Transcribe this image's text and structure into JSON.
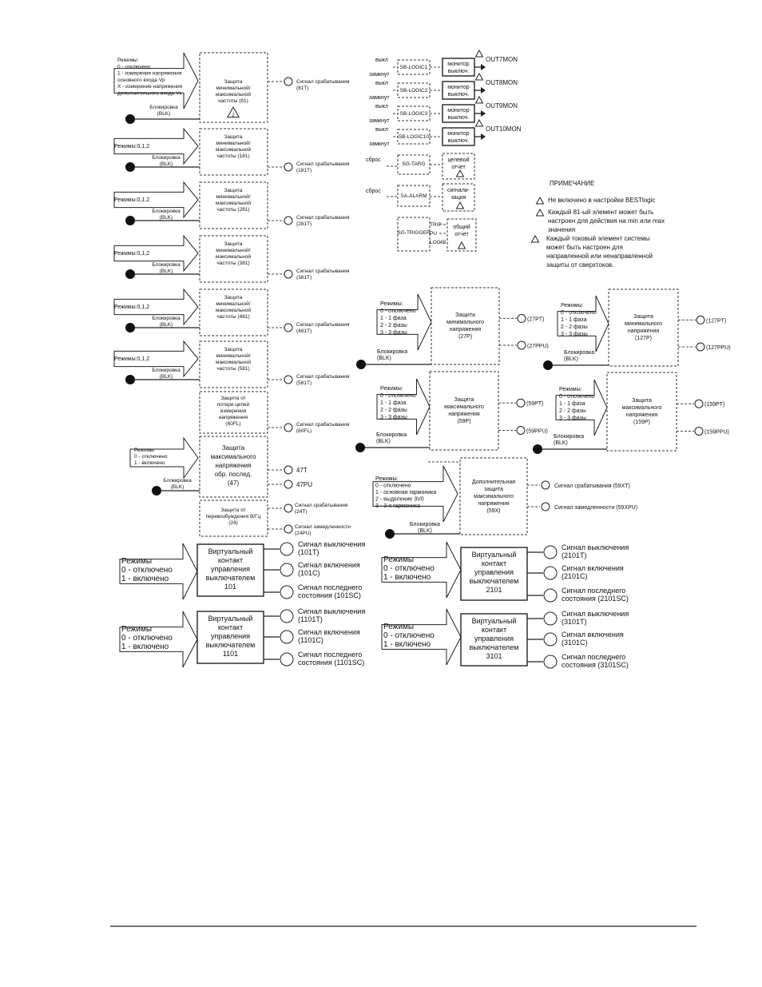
{
  "f81": {
    "modes": [
      "Режимы:",
      "0 - отключено",
      "1 - измерение напряжения",
      "основного входа Vp",
      "X - измерение напряжения",
      "дополнительного входа Vx"
    ],
    "title": [
      "Защита",
      "минимальной/",
      "максимальной",
      "частоты (81)"
    ],
    "block": [
      "Блокировка",
      "(BLK)"
    ],
    "sig": [
      "Сигнал срабатывания",
      "(81T)"
    ],
    "badge": "2"
  },
  "freq": [
    {
      "modes": "Режимы:0,1,2",
      "title": [
        "Защита",
        "минимальной/",
        "максимальной",
        "частоты (181)"
      ],
      "block": [
        "Блокировка",
        "(BLK)"
      ],
      "sig": [
        "Сигнал срабатывания",
        "(181T)"
      ]
    },
    {
      "modes": "Режимы:0,1,2",
      "title": [
        "Защита",
        "минимальной/",
        "максимальной",
        "частоты (281)"
      ],
      "block": [
        "Блокировка",
        "(BLK)"
      ],
      "sig": [
        "Сигнал срабатывания",
        "(281T)"
      ]
    },
    {
      "modes": "Режимы:0,1,2",
      "title": [
        "Защита",
        "минимальной/",
        "максимальной",
        "частоты (381)"
      ],
      "block": [
        "Блокировка",
        "(BLK)"
      ],
      "sig": [
        "Сигнал срабатывания",
        "(381T)"
      ]
    },
    {
      "modes": "Режимы:0,1,2",
      "title": [
        "Защита",
        "минимальной/",
        "максимальной",
        "частоты (481)"
      ],
      "block": [
        "Блокировка",
        "(BLK)"
      ],
      "sig": [
        "Сигнал срабатывания",
        "(481T)"
      ]
    },
    {
      "modes": "Режимы:0,1,2",
      "title": [
        "Защита",
        "минимальной/",
        "максимальной",
        "частоты (581)"
      ],
      "block": [
        "Блокировка",
        "(BLK)"
      ],
      "sig": [
        "Сигнал срабатывания",
        "(581T)"
      ]
    }
  ],
  "f60fl": {
    "title": [
      "Защита от",
      "потери цепей",
      "измерения",
      "напряжения",
      "(60FL)"
    ],
    "sig": [
      "Сигнал срабатывания",
      "(60FL)"
    ]
  },
  "f47": {
    "modes": [
      "Режимы:",
      "0 - отключено",
      "1 - включено"
    ],
    "title": [
      "Защита",
      "максимального",
      "напряжения",
      "обр. послед.",
      "(47)"
    ],
    "block": [
      "Блокировка",
      "(BLK)"
    ],
    "sig1": "47T",
    "sig2": "47PU"
  },
  "f24": {
    "title": [
      "Защита от",
      "перевозбуждения В/Гц",
      "(24)"
    ],
    "sig1": [
      "Сигнал срабатывания",
      "(24T)"
    ],
    "sig2": [
      "Сигнал замедленности",
      "(24PU)"
    ]
  },
  "logic": [
    {
      "l1": "выкл",
      "l2": "замкнут",
      "box": "SB-LOGIC1",
      "mon": [
        "монитор",
        "выключ."
      ],
      "out": "OUT7MON"
    },
    {
      "l1": "выкл",
      "l2": "замкнут",
      "box": "SB-LOGIC2",
      "mon": [
        "монитор",
        "выключ."
      ],
      "out": "OUT8MON"
    },
    {
      "l1": "выкл",
      "l2": "замкнут",
      "box": "SB-LOGIC3",
      "mon": [
        "монитор",
        "выключ."
      ],
      "out": "OUT9MON"
    },
    {
      "l1": "выкл",
      "l2": "замкнут",
      "box": "SB-LOGIC10",
      "mon": [
        "монитор",
        "выключ."
      ],
      "out": "OUT10MON"
    }
  ],
  "targ": {
    "l": "сброс",
    "box": "SG-TARG",
    "out": [
      "целевой",
      "отчет"
    ]
  },
  "alarm": {
    "l": "сброс",
    "box": "SA-ALARM",
    "out": [
      "сигнали-",
      "зация"
    ]
  },
  "trig": {
    "box": "SG-TRIGGER",
    "ins": [
      "TRIP",
      "PU",
      "LOGIC"
    ],
    "out": [
      "общий",
      "отчет"
    ]
  },
  "note": {
    "title": "ПРИМЕЧАНИЕ",
    "n1": "Не включено в настройки BESTlogic",
    "n2": [
      "Каждый 81-ый элемент может быть",
      "настроен для действия на min или max",
      "значения"
    ],
    "n3": [
      "Каждый токовый элемент системы",
      "может быть настроен для",
      "направленной или ненаправленной",
      "защиты от сверхтоков."
    ]
  },
  "v27p": {
    "modes": [
      "Режимы:",
      "0 - отключено",
      "1 - 1 фаза",
      "2 - 2 фазы",
      "3 - 3 фазы"
    ],
    "title": [
      "Защита",
      "минимального",
      "напряжения",
      "(27P)"
    ],
    "block": [
      "Блокировка",
      "(BLK)"
    ],
    "sig1": "(27PT)",
    "sig2": "(27PPU)"
  },
  "v127p": {
    "modes": [
      "Режимы:",
      "0 - отключено",
      "1 - 1 фаза",
      "2 - 2 фазы",
      "3 - 3 фазы"
    ],
    "title": [
      "Защита",
      "минимального",
      "напряжения",
      "(127P)"
    ],
    "block": [
      "Блокировка",
      "(BLK)"
    ],
    "sig1": "(127PT)",
    "sig2": "(127PPU)"
  },
  "v59p": {
    "modes": [
      "Режимы:",
      "0 - отключено",
      "1 - 1 фаза",
      "2 - 2 фазы",
      "3 - 3 фазы"
    ],
    "title": [
      "Защита",
      "максимального",
      "напряжения",
      "(59P)"
    ],
    "block": [
      "Блокировка",
      "(BLK)"
    ],
    "sig1": "(59PT)",
    "sig2": "(59PPU)"
  },
  "v159p": {
    "modes": [
      "Режимы:",
      "0 - отключено",
      "1 - 1 фаза",
      "2 - 2 фазы",
      "3 - 3 фазы"
    ],
    "title": [
      "Защита",
      "максимального",
      "напряжения",
      "(159P)"
    ],
    "block": [
      "Блокировка",
      "(BLK)"
    ],
    "sig1": "(159PT)",
    "sig2": "(159PPU)"
  },
  "v59x": {
    "modes": [
      "Режимы:",
      "0 - отключено",
      "1 - основная гармоника",
      "2 - выделение 3V0",
      "3 - 3-я гармоника"
    ],
    "title": [
      "Дополнительная",
      "защита",
      "максимального",
      "напряжения",
      "(59X)"
    ],
    "block": [
      "Блокировка",
      "(BLK)"
    ],
    "sig1": "Сигнал срабатывания (59XT)",
    "sig2": "Сигнал замедленности (59XPU)"
  },
  "vcc": [
    {
      "modes": [
        "Режимы",
        "0 - отключено",
        "1 - включено"
      ],
      "title": [
        "Виртуальный",
        "контакт",
        "управления",
        "выключателем",
        "101"
      ],
      "s1": [
        "Сигнал выключения",
        "(101T)"
      ],
      "s2": [
        "Сигнал включения",
        "(101C)"
      ],
      "s3": [
        "Сигнал последнего",
        "состояния (101SC)"
      ]
    },
    {
      "modes": [
        "Режимы",
        "0 - отключено",
        "1 - включено"
      ],
      "title": [
        "Виртуальный",
        "контакт",
        "управления",
        "выключателем",
        "1101"
      ],
      "s1": [
        "Сигнал выключения",
        "(1101T)"
      ],
      "s2": [
        "Сигнал включения",
        "(1101C)"
      ],
      "s3": [
        "Сигнал последнего",
        "состояния (1101SC)"
      ]
    },
    {
      "modes": [
        "Режимы",
        "0 - отключено",
        "1 - включено"
      ],
      "title": [
        "Виртуальный",
        "контакт",
        "управления",
        "выключателем",
        "2101"
      ],
      "s1": [
        "Сигнал выключения",
        "(2101T)"
      ],
      "s2": [
        "Сигнал включения",
        "(2101C)"
      ],
      "s3": [
        "Сигнал последнего",
        "состояния (2101SC)"
      ]
    },
    {
      "modes": [
        "Режимы",
        "0 - отключено",
        "1 - включено"
      ],
      "title": [
        "Виртуальный",
        "контакт",
        "управления",
        "выключателем",
        "3101"
      ],
      "s1": [
        "Сигнал выключения",
        "(3101T)"
      ],
      "s2": [
        "Сигнал включения",
        "(3101C)"
      ],
      "s3": [
        "Сигнал последнего",
        "состояния (3101SC)"
      ]
    }
  ]
}
